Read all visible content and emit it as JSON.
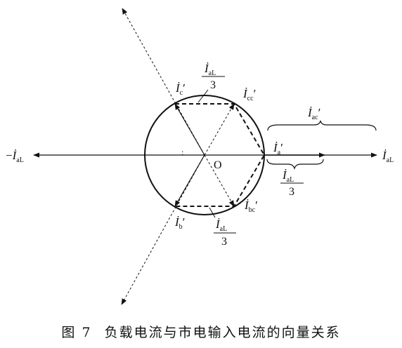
{
  "labels": {
    "origin": "O",
    "i_a_prime": {
      "main": "İ",
      "sub": "a",
      "mark": "′"
    },
    "i_b_prime": {
      "main": "İ",
      "sub": "b",
      "mark": "′"
    },
    "i_c_prime": {
      "main": "İ",
      "sub": "c",
      "mark": "′"
    },
    "i_ac_prime": {
      "main": "İ",
      "sub": "ac",
      "mark": "′"
    },
    "i_bc_prime": {
      "main": "İ",
      "sub": "bc",
      "mark": "′"
    },
    "i_cc_prime": {
      "main": "İ",
      "sub": "cc",
      "mark": "′"
    },
    "i_aL": {
      "main": "İ",
      "sub": "aL"
    },
    "neg_i_aL": {
      "prefix": "−",
      "main": "İ",
      "sub": "aL"
    },
    "frac_top": {
      "num": "İ",
      "num_sub": "aL",
      "den": "3"
    },
    "frac_bottom": {
      "num": "İ",
      "num_sub": "aL",
      "den": "3"
    },
    "frac_right": {
      "num": "İ",
      "num_sub": "aL",
      "den": "3"
    },
    "dot_mark": ":"
  },
  "caption": {
    "figure": "图 7",
    "text": "负载电流与市电输入电流的向量关系"
  }
}
